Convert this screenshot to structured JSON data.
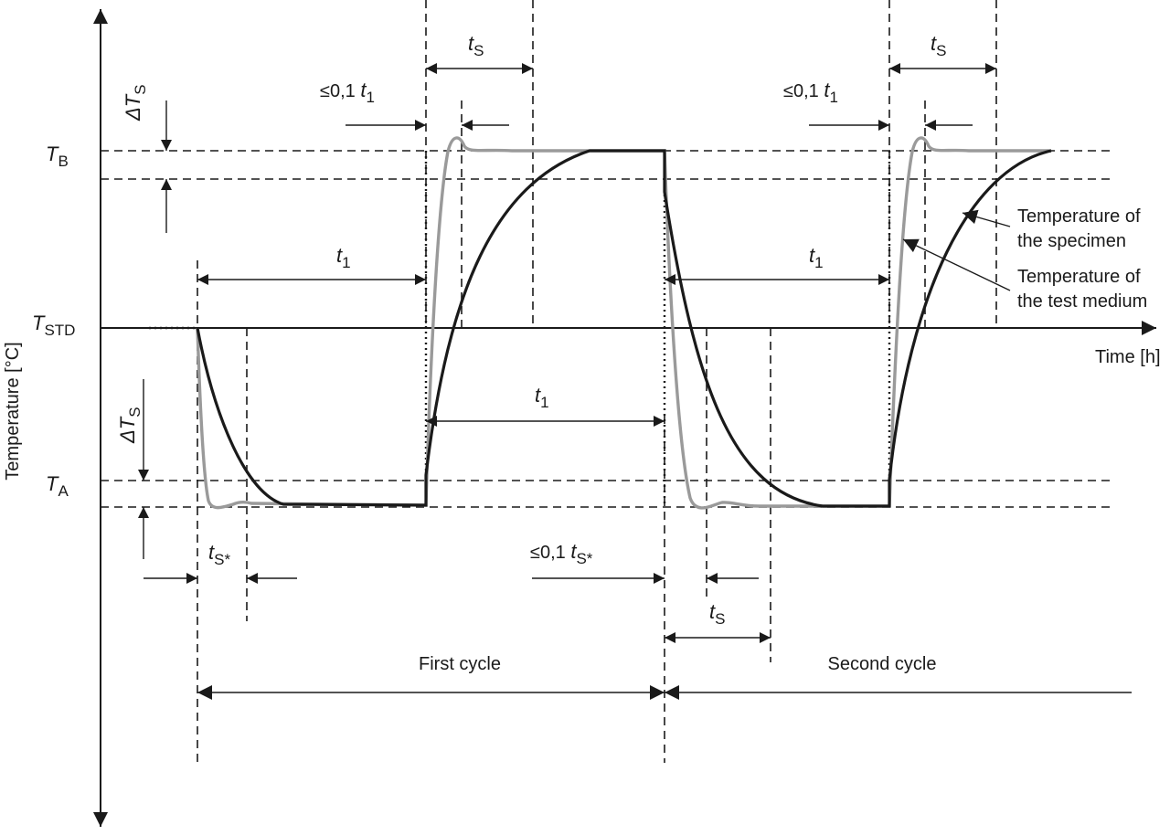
{
  "axis": {
    "y_label": "Temperature [°C]",
    "x_label": "Time [h]"
  },
  "levels": {
    "tb": {
      "main": "T",
      "sub": "B"
    },
    "tstd": {
      "main": "T",
      "sub": "STD"
    },
    "ta": {
      "main": "T",
      "sub": "A"
    }
  },
  "annotations": {
    "delta_ts_top": {
      "main": "ΔT",
      "sub": "S"
    },
    "delta_ts_bottom": {
      "main": "ΔT",
      "sub": "S"
    },
    "ts_top_1": {
      "main": "t",
      "sub": "S"
    },
    "ts_top_2": {
      "main": "t",
      "sub": "S"
    },
    "ts_bottom": {
      "main": "t",
      "sub": "S"
    },
    "ts_star_1": {
      "main": "t",
      "sub": "S*"
    },
    "ts_star_2": {
      "prefix": "≤0,1 ",
      "main": "t",
      "sub": "S*"
    },
    "le01_t1_1": {
      "prefix": "≤0,1 ",
      "main": "t",
      "sub": "1"
    },
    "le01_t1_2": {
      "prefix": "≤0,1 ",
      "main": "t",
      "sub": "1"
    },
    "t1_a": {
      "main": "t",
      "sub": "1"
    },
    "t1_b": {
      "main": "t",
      "sub": "1"
    },
    "t1_c": {
      "main": "t",
      "sub": "1"
    }
  },
  "legend": {
    "specimen_line1": "Temperature of",
    "specimen_line2": "the specimen",
    "medium_line1": "Temperature of",
    "medium_line2": "the test medium"
  },
  "cycles": {
    "first": "First cycle",
    "second": "Second cycle"
  },
  "colors": {
    "specimen": "#1a1a1a",
    "medium": "#9a9a9a",
    "lines": "#1a1a1a"
  }
}
